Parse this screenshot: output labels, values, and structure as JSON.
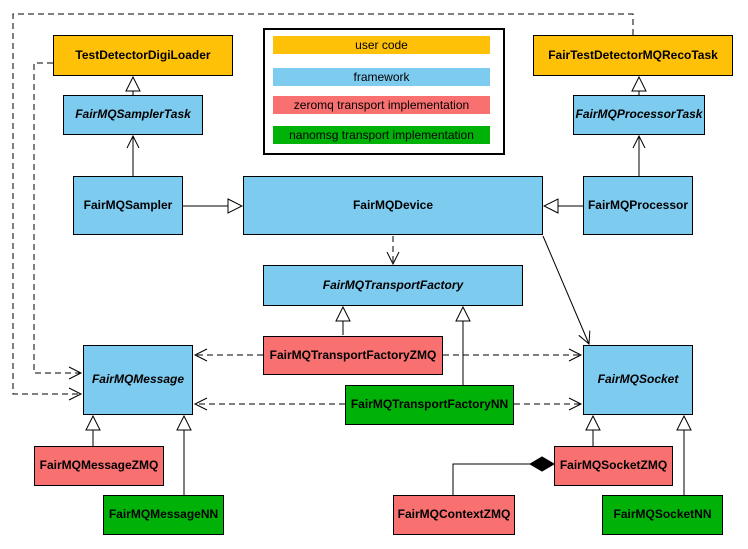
{
  "diagram": {
    "kind": "uml-class-diagram",
    "legend": {
      "items": [
        {
          "label": "user code",
          "color": "#FFC107"
        },
        {
          "label": "framework",
          "color": "#7ECBF0"
        },
        {
          "label": "zeromq transport implementation",
          "color": "#F97070"
        },
        {
          "label": "nanomsg transport implementation",
          "color": "#00B207"
        }
      ]
    },
    "nodes": [
      {
        "label": "TestDetectorDigiLoader",
        "category": "user code",
        "abstract": false
      },
      {
        "label": "FairMQSamplerTask",
        "category": "framework",
        "abstract": true
      },
      {
        "label": "FairTestDetectorMQRecoTask",
        "category": "user code",
        "abstract": false
      },
      {
        "label": "FairMQProcessorTask",
        "category": "framework",
        "abstract": true
      },
      {
        "label": "FairMQSampler",
        "category": "framework",
        "abstract": false
      },
      {
        "label": "FairMQDevice",
        "category": "framework",
        "abstract": false
      },
      {
        "label": "FairMQProcessor",
        "category": "framework",
        "abstract": false
      },
      {
        "label": "FairMQTransportFactory",
        "category": "framework",
        "abstract": true
      },
      {
        "label": "FairMQTransportFactoryZMQ",
        "category": "zeromq transport implementation",
        "abstract": false
      },
      {
        "label": "FairMQTransportFactoryNN",
        "category": "nanomsg transport implementation",
        "abstract": false
      },
      {
        "label": "FairMQMessage",
        "category": "framework",
        "abstract": true
      },
      {
        "label": "FairMQSocket",
        "category": "framework",
        "abstract": true
      },
      {
        "label": "FairMQMessageZMQ",
        "category": "zeromq transport implementation",
        "abstract": false
      },
      {
        "label": "FairMQMessageNN",
        "category": "nanomsg transport implementation",
        "abstract": false
      },
      {
        "label": "FairMQSocketZMQ",
        "category": "zeromq transport implementation",
        "abstract": false
      },
      {
        "label": "FairMQContextZMQ",
        "category": "zeromq transport implementation",
        "abstract": false
      },
      {
        "label": "FairMQSocketNN",
        "category": "nanomsg transport implementation",
        "abstract": false
      }
    ],
    "edges": [
      {
        "from": "FairMQSamplerTask",
        "to": "TestDetectorDigiLoader",
        "line": "solid",
        "head": "hollow-triangle"
      },
      {
        "from": "FairMQProcessorTask",
        "to": "FairTestDetectorMQRecoTask",
        "line": "solid",
        "head": "hollow-triangle"
      },
      {
        "from": "FairMQSampler",
        "to": "FairMQSamplerTask",
        "line": "solid",
        "head": "open-arrow"
      },
      {
        "from": "FairMQProcessor",
        "to": "FairMQProcessorTask",
        "line": "solid",
        "head": "open-arrow"
      },
      {
        "from": "FairMQSampler",
        "to": "FairMQDevice",
        "line": "solid",
        "head": "hollow-triangle"
      },
      {
        "from": "FairMQProcessor",
        "to": "FairMQDevice",
        "line": "solid",
        "head": "hollow-triangle"
      },
      {
        "from": "FairMQDevice",
        "to": "FairMQTransportFactory",
        "line": "dashed",
        "head": "open-arrow"
      },
      {
        "from": "FairMQDevice",
        "to": "FairMQSocket",
        "line": "solid",
        "head": "open-arrow"
      },
      {
        "from": "FairMQTransportFactoryZMQ",
        "to": "FairMQTransportFactory",
        "line": "solid",
        "head": "hollow-triangle"
      },
      {
        "from": "FairMQTransportFactoryNN",
        "to": "FairMQTransportFactory",
        "line": "solid",
        "head": "hollow-triangle"
      },
      {
        "from": "FairMQTransportFactoryZMQ",
        "to": "FairMQMessage",
        "line": "dashed",
        "head": "open-arrow"
      },
      {
        "from": "FairMQTransportFactoryZMQ",
        "to": "FairMQSocket",
        "line": "dashed",
        "head": "open-arrow"
      },
      {
        "from": "FairMQTransportFactoryNN",
        "to": "FairMQMessage",
        "line": "dashed",
        "head": "open-arrow"
      },
      {
        "from": "FairMQTransportFactoryNN",
        "to": "FairMQSocket",
        "line": "dashed",
        "head": "open-arrow"
      },
      {
        "from": "TestDetectorDigiLoader",
        "to": "FairMQMessage",
        "line": "dashed",
        "head": "open-arrow"
      },
      {
        "from": "FairTestDetectorMQRecoTask",
        "to": "FairMQMessage",
        "line": "dashed",
        "head": "open-arrow"
      },
      {
        "from": "FairMQMessageZMQ",
        "to": "FairMQMessage",
        "line": "solid",
        "head": "hollow-triangle"
      },
      {
        "from": "FairMQMessageNN",
        "to": "FairMQMessage",
        "line": "solid",
        "head": "hollow-triangle"
      },
      {
        "from": "FairMQSocketZMQ",
        "to": "FairMQSocket",
        "line": "solid",
        "head": "hollow-triangle"
      },
      {
        "from": "FairMQSocketNN",
        "to": "FairMQSocket",
        "line": "solid",
        "head": "hollow-triangle"
      },
      {
        "from": "FairMQContextZMQ",
        "to": "FairMQSocketZMQ",
        "line": "solid",
        "head": "filled-diamond"
      }
    ]
  }
}
